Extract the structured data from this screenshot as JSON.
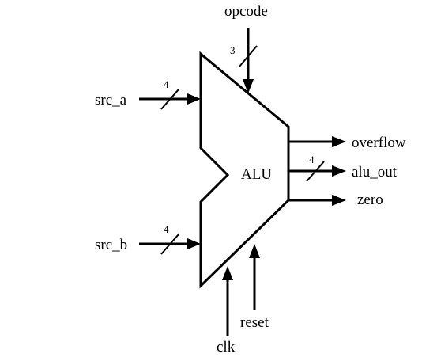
{
  "block": {
    "name": "ALU"
  },
  "signals": {
    "opcode": {
      "label": "opcode",
      "width": "3"
    },
    "src_a": {
      "label": "src_a",
      "width": "4"
    },
    "src_b": {
      "label": "src_b",
      "width": "4"
    },
    "overflow": {
      "label": "overflow"
    },
    "alu_out": {
      "label": "alu_out",
      "width": "4"
    },
    "zero": {
      "label": "zero"
    },
    "reset": {
      "label": "reset"
    },
    "clk": {
      "label": "clk"
    }
  }
}
